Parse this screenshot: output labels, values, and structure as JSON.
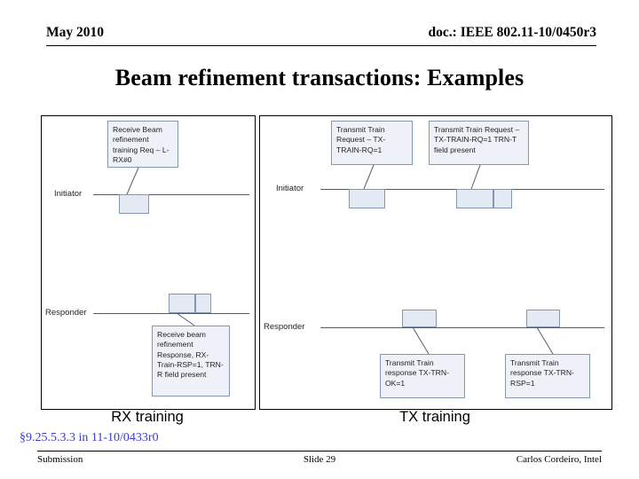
{
  "header": {
    "date": "May 2010",
    "doc": "doc.: IEEE 802.11-10/0450r3"
  },
  "title": "Beam refinement transactions: Examples",
  "panels": {
    "rx": {
      "caption": "RX training",
      "roles": {
        "initiator": "Initiator",
        "responder": "Responder"
      },
      "callouts": {
        "initiator_req": "Receive Beam refinement training Req – L-RX#0",
        "responder_rsp": "Receive beam refinement Response, RX-Train-RSP=1, TRN-R field present"
      }
    },
    "tx": {
      "caption": "TX training",
      "roles": {
        "initiator": "Initiator",
        "responder": "Responder"
      },
      "callouts": {
        "initiator_req1": "Transmit Train Request – TX-TRAIN-RQ=1",
        "initiator_req2": "Transmit Train Request – TX-TRAIN-RQ=1 TRN-T field present",
        "responder_rsp1": "Transmit Train response TX-TRN-OK=1",
        "responder_rsp2": "Transmit Train response TX-TRN-RSP=1"
      }
    }
  },
  "reference": "§9.25.5.3.3 in 11-10/0433r0",
  "footer": {
    "left": "Submission",
    "center": "Slide 29",
    "right": "Carlos Cordeiro, Intel"
  },
  "colors": {
    "packet_fill": "#e3eaf4",
    "packet_border": "#8496b0",
    "reference_text": "#3c3cc8",
    "lifeline": "#5a5a5a"
  }
}
